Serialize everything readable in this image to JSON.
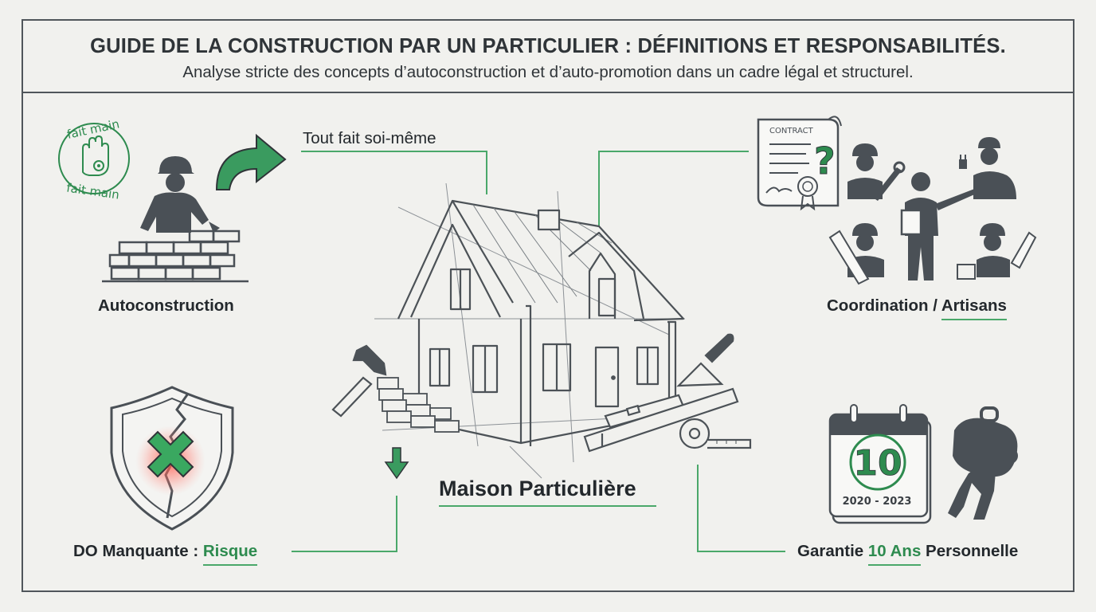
{
  "header": {
    "title": "GUIDE DE LA CONSTRUCTION PAR UN PARTICULIER : DÉFINITIONS ET RESPONSABILITÉS.",
    "subtitle": "Analyse stricte des concepts d’autoconstruction et d’auto-promotion dans un cadre légal et structurel."
  },
  "top_left": {
    "stamp_text_top": "fait main",
    "stamp_text_bottom": "fait main",
    "label": "Autoconstruction",
    "callout": "Tout fait soi-même",
    "icons": [
      "hand-stamp-icon",
      "bricklayer-icon",
      "curved-arrow-icon"
    ]
  },
  "top_right": {
    "contract_text": "CONTRACT",
    "label_main": "Coordination / ",
    "label_accent": "Artisans",
    "icons": [
      "contract-question-icon",
      "workers-group-icon",
      "manager-icon"
    ]
  },
  "center": {
    "title": "Maison Particulière",
    "icons": [
      "house-sketch-icon",
      "hammer-icon",
      "trowel-icon",
      "tape-measure-icon",
      "level-icon",
      "down-arrow-icon"
    ]
  },
  "bottom_left": {
    "label_main": "DO Manquante : ",
    "label_accent": "Risque",
    "icons": [
      "broken-shield-icon",
      "cross-icon"
    ]
  },
  "bottom_right": {
    "calendar_number": "10",
    "calendar_years": "2020 - 2023",
    "label_before": "Garantie ",
    "label_accent": "10 Ans",
    "label_after": " Personnelle",
    "icons": [
      "calendar-icon",
      "burdened-person-icon"
    ]
  },
  "colors": {
    "accent_green": "#2e8b4f",
    "line_green": "#4aa86a",
    "icon_dark": "#4a5056",
    "danger_red": "#ff5a4e",
    "background": "#f1f1ee"
  }
}
